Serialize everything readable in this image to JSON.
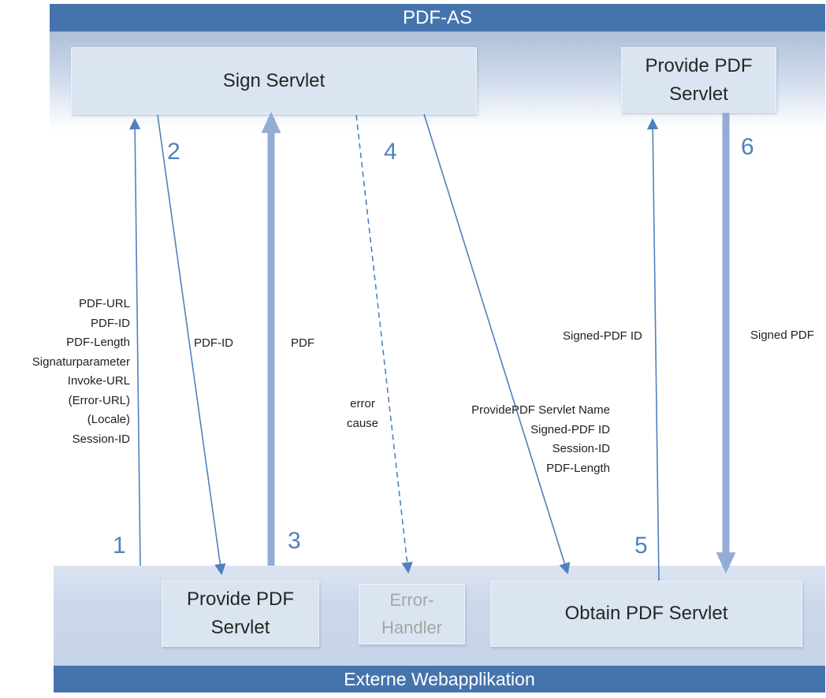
{
  "zones": {
    "top_title": "PDF-AS",
    "bottom_title": "Externe Webapplikation"
  },
  "boxes": {
    "sign_servlet": "Sign Servlet",
    "provide_pdf_servlet_top": "Provide PDF\nServlet",
    "provide_pdf_servlet_bottom": "Provide PDF\nServlet",
    "error_handler": "Error-\nHandler",
    "obtain_pdf_servlet": "Obtain PDF Servlet"
  },
  "arrows": {
    "a1": {
      "number": "1",
      "label": "PDF-URL\nPDF-ID\nPDF-Length\nSignaturparameter\nInvoke-URL\n(Error-URL)\n(Locale)\nSession-ID"
    },
    "a2": {
      "number": "2",
      "label": "PDF-ID"
    },
    "a3": {
      "number": "3",
      "label": "PDF"
    },
    "a4": {
      "number": "4",
      "label": "error\ncause"
    },
    "a5": {
      "number": "5",
      "request_label": "ProvidePDF Servlet Name\nSigned-PDF ID\nSession-ID\nPDF-Length",
      "response_label": "Signed-PDF ID"
    },
    "a6": {
      "number": "6",
      "label": "Signed PDF"
    }
  },
  "colors": {
    "band_blue": "#4574ad",
    "arrow_blue": "#4f81bd",
    "thick_arrow_blue": "#92acd4",
    "box_fill": "#dbe5f1",
    "muted_text": "#a6a6a6"
  }
}
